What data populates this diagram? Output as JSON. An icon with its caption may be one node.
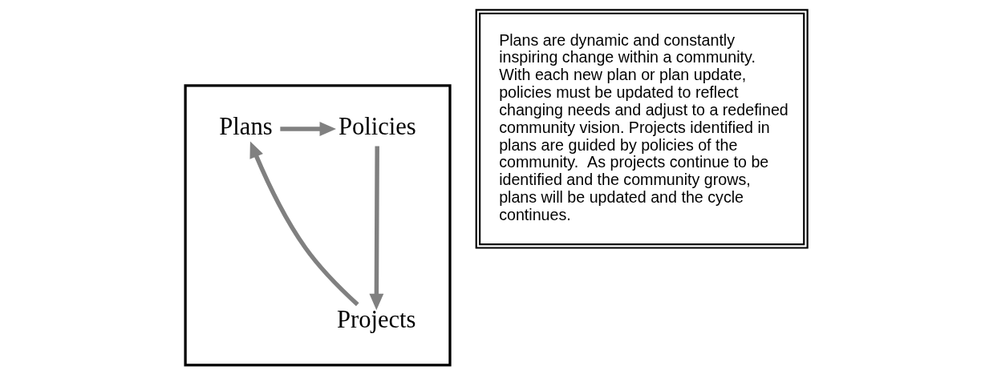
{
  "diagram": {
    "nodes": [
      {
        "text": [],
        "shape": "box"
      },
      {
        "text": [
          "Plans"
        ],
        "in": 0
      },
      {
        "text": [
          "Policies"
        ],
        "in": 0
      },
      {
        "text": [
          "Projects"
        ],
        "in": 0
      },
      {
        "text": [
          "Plans are dynamic and constantly inspiring change within a community.  With each new plan or plan update, policies must be updated to reflect changing needs and adjust to a redefined community vision. Projects identified in plans are guided by policies of the community.  As projects continue to be identified and the community grows, plans will be updated and the cycle continues."
        ]
      }
    ],
    "edges": [
      {
        "from": 1,
        "to": 2,
        "arrow": "to"
      },
      {
        "from": 2,
        "to": 3,
        "arrow": "to"
      },
      {
        "from": 3,
        "to": 1,
        "arrow": "to"
      }
    ]
  }
}
